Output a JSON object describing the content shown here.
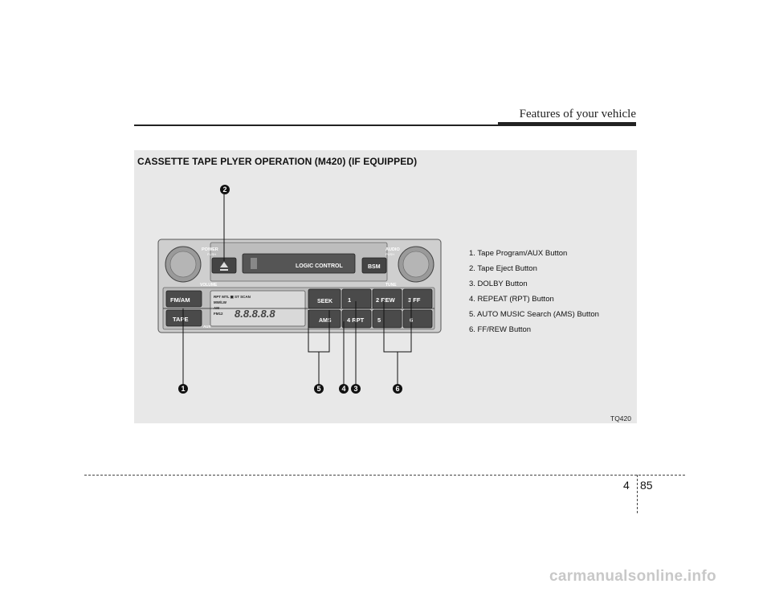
{
  "header": {
    "title": "Features of your vehicle"
  },
  "section": {
    "title": "CASSETTE TAPE PLYER OPERATION (M420) (IF EQUIPPED)",
    "figure_code": "TQ420"
  },
  "legend": [
    "1. Tape Program/AUX Button",
    "2. Tape Eject Button",
    "3. DOLBY Button",
    "4. REPEAT (RPT) Button",
    "5. AUTO MUSIC Search (AMS) Button",
    "6. FF/REW Button"
  ],
  "callouts": [
    "1",
    "2",
    "3",
    "4",
    "5",
    "6"
  ],
  "radio": {
    "power_label": "POWER",
    "power_push": "PUSH",
    "volume_label": "VOLUME",
    "audio_label": "AUDIO",
    "audio_push": "PUSH",
    "tune_label": "TUNE",
    "logic_control": "LOGIC CONTROL",
    "bsm": "BSM",
    "fm_am": "FM/AM",
    "tape": "TAPE",
    "aux": "AUX",
    "display_row1": "RPT  MTL  ▣  ST  SCAN",
    "display_row2": "MW/LW",
    "display_row3": "AM",
    "display_row4": "FM12",
    "display_digits": "8.8.8.8.8",
    "seek": "SEEK",
    "ams": "AMS",
    "btn_1": "1",
    "btn_2": "2 REW",
    "btn_3": "3  FF",
    "btn_4": "4  RPT",
    "btn_5": "5",
    "btn_6": "6"
  },
  "footer": {
    "chapter": "4",
    "page": "85"
  },
  "watermark": "carmanualsonline.info"
}
